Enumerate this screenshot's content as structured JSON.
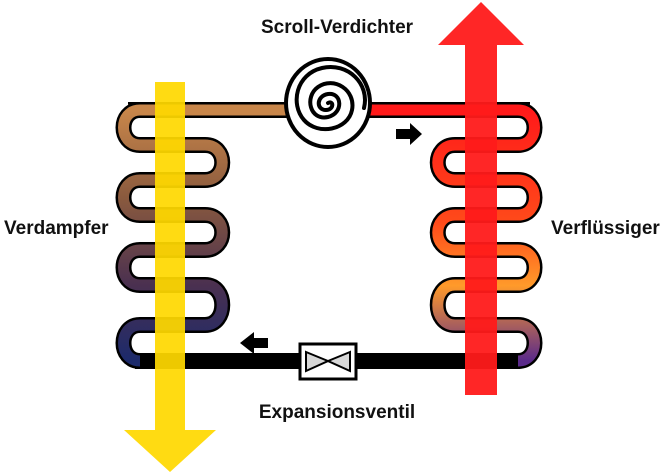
{
  "labels": {
    "compressor": "Scroll-Verdichter",
    "evaporator": "Verdampfer",
    "condenser": "Verflüssiger",
    "valve": "Expansionsventil"
  },
  "colors": {
    "cold_arrow": "#ffd800",
    "hot_arrow": "#ff1a1a",
    "refrigerant_warm": "#c8864a",
    "refrigerant_cold": "#1c2a6b",
    "refrigerant_hot": "#ff1a1a",
    "refrigerant_mid": "#ff8a1a",
    "refrigerant_violet": "#5a2a8a",
    "flow_arrow": "#000000"
  },
  "icons": {
    "compressor": "scroll-spiral-icon",
    "valve": "expansion-valve-icon",
    "flow": "flow-direction-arrow-icon"
  }
}
